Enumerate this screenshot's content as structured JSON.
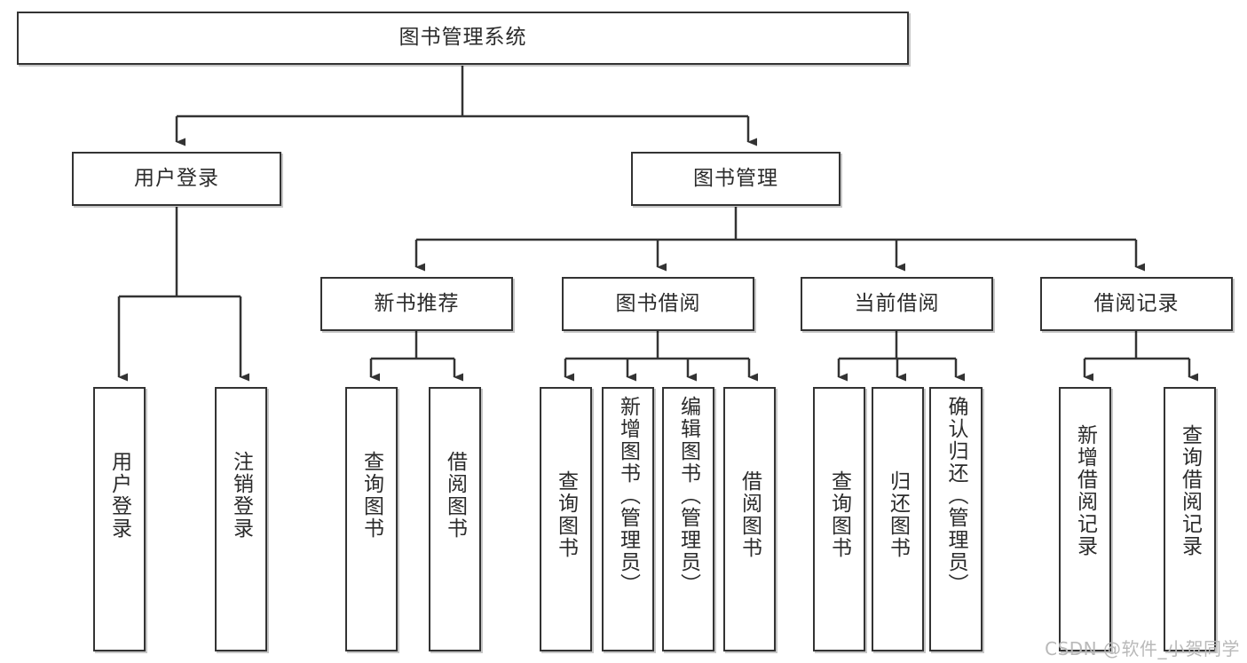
{
  "diagram": {
    "title": "图书管理系统",
    "type": "tree-hierarchy-chart",
    "root": {
      "label": "图书管理系统"
    },
    "level2": [
      {
        "label": "用户登录"
      },
      {
        "label": "图书管理"
      }
    ],
    "level3": [
      {
        "label": "新书推荐"
      },
      {
        "label": "图书借阅"
      },
      {
        "label": "当前借阅"
      },
      {
        "label": "借阅记录"
      }
    ],
    "leaves": {
      "user_login": [
        {
          "label": "用户登录"
        },
        {
          "label": "注销登录"
        }
      ],
      "new_book_recommend": [
        {
          "label": "查询图书"
        },
        {
          "label": "借阅图书"
        }
      ],
      "book_borrow": [
        {
          "label": "查询图书"
        },
        {
          "label": "新增图书（管理员）"
        },
        {
          "label": "编辑图书（管理员）"
        },
        {
          "label": "借阅图书"
        }
      ],
      "current_borrow": [
        {
          "label": "查询图书"
        },
        {
          "label": "归还图书"
        },
        {
          "label": "确认归还（管理员）"
        }
      ],
      "borrow_record": [
        {
          "label": "新增借阅记录"
        },
        {
          "label": "查询借阅记录"
        }
      ]
    }
  },
  "watermark": {
    "text": "CSDN @软件_小贺同学"
  },
  "colors": {
    "border": "#333333",
    "text": "#2b2b2b",
    "background": "#ffffff",
    "watermark": "#b9b9b9"
  }
}
